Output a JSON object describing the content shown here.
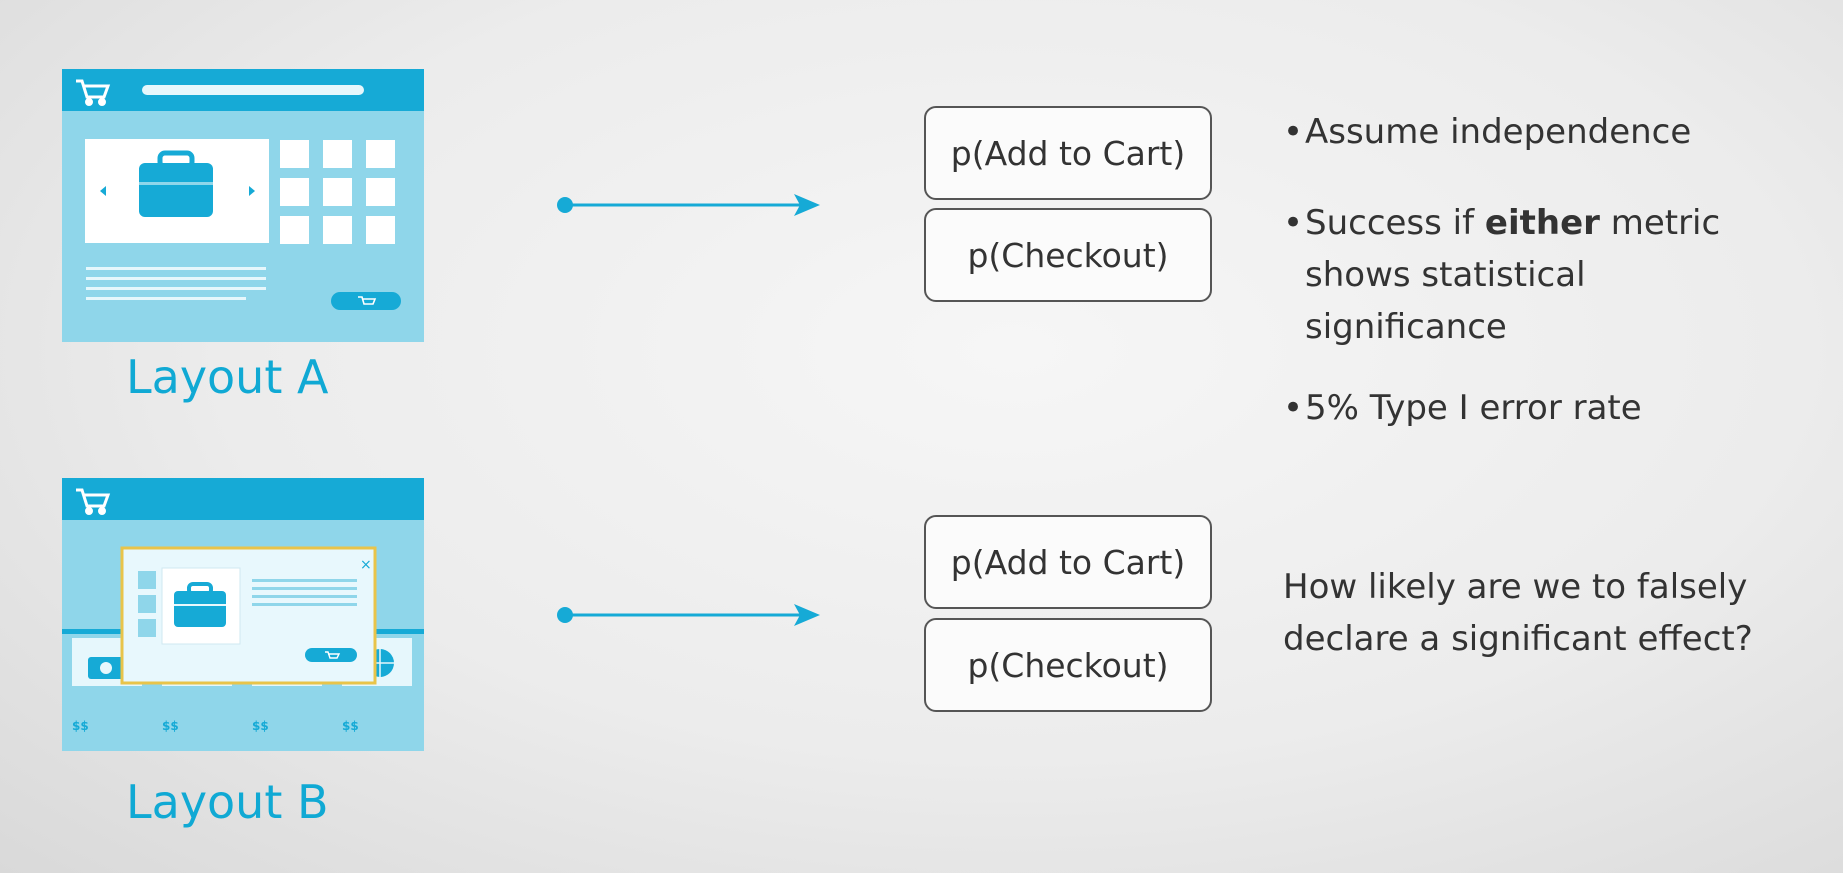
{
  "layout_a": {
    "caption": "Layout A"
  },
  "layout_b": {
    "caption": "Layout B",
    "price_labels": [
      "$$",
      "$$",
      "$$",
      "$$"
    ]
  },
  "metrics_top": [
    "p(Add to Cart)",
    "p(Checkout)"
  ],
  "metrics_bottom": [
    "p(Add to Cart)",
    "p(Checkout)"
  ],
  "bullets": {
    "b1": "Assume independence",
    "b2_pre": "Success if ",
    "b2_bold": "either",
    "b2_post": " metric",
    "b2_line2": "shows statistical",
    "b2_line3": "significance",
    "b3": "5% Type I error rate"
  },
  "question": {
    "line1": "How likely are we to falsely",
    "line2": "declare a significant effect?"
  },
  "colors": {
    "accent": "#10a9d4",
    "mock_bg": "#8fd6ea",
    "mock_header": "#16aad6",
    "popup_border": "#e8c44a"
  }
}
